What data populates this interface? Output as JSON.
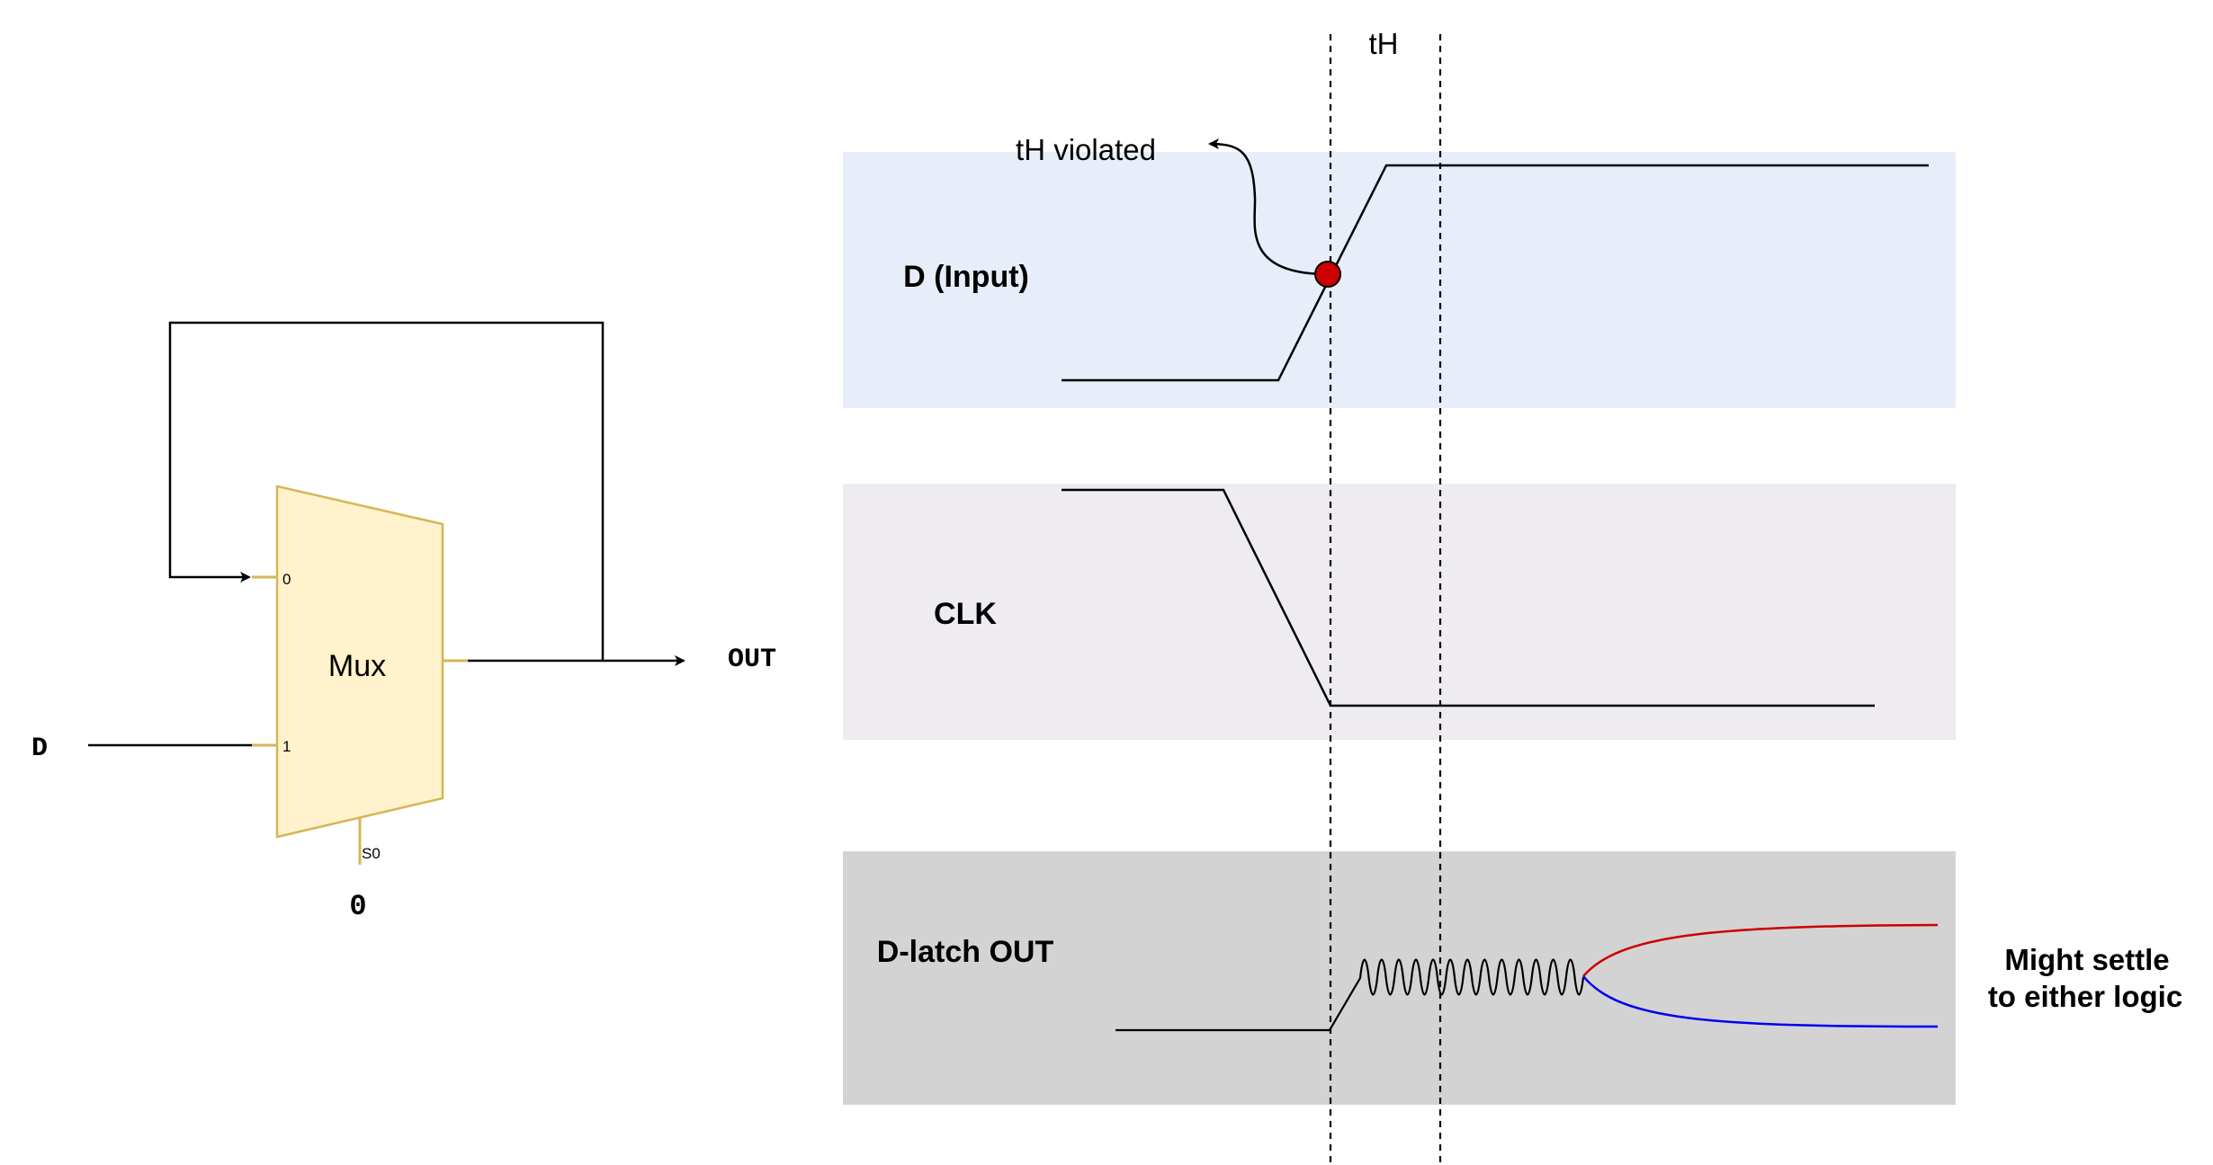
{
  "mux": {
    "title": "Mux",
    "input0_label": "0",
    "input1_label": "1",
    "select_label": "S0",
    "select_value": "0",
    "fill_color": "#fff2cc",
    "stroke_color": "#d6b656"
  },
  "signals": {
    "d_in": "D",
    "out": "OUT"
  },
  "timing": {
    "th_label": "tH",
    "violation_label": "tH violated",
    "rows": [
      {
        "label": "D (Input)",
        "color": "#e8eef9"
      },
      {
        "label": "CLK",
        "color": "#eeebf1"
      },
      {
        "label": "D-latch OUT",
        "color": "#d3d3d3"
      }
    ],
    "settle_note_line1": "Might settle",
    "settle_note_line2": "to either logic",
    "settle_high_color": "#cc0000",
    "settle_low_color": "#0000ee",
    "violation_marker_color": "#cc0000"
  }
}
